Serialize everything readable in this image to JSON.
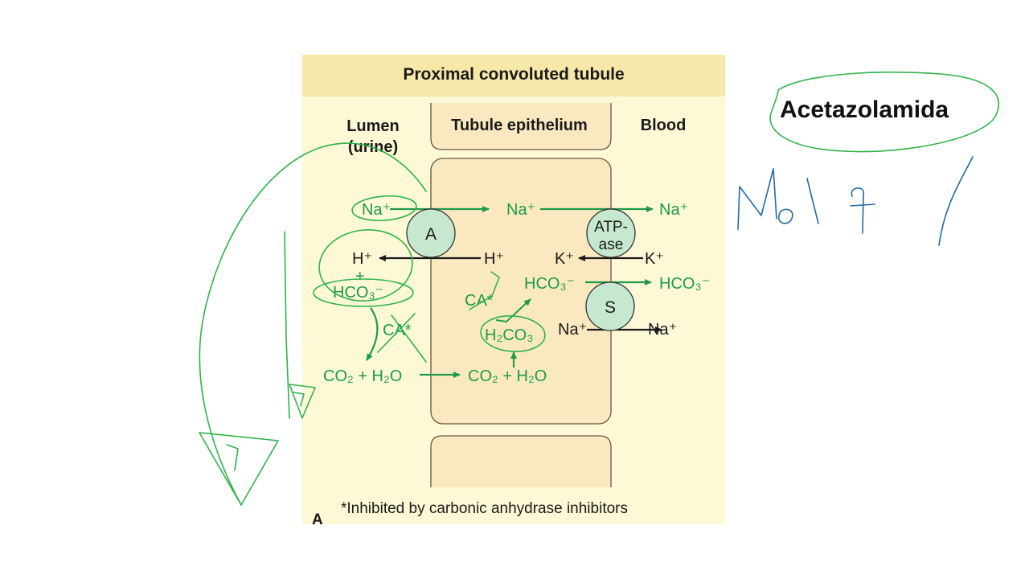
{
  "figure": {
    "header": "Proximal convoluted tubule",
    "columns": {
      "lumen_line1": "Lumen",
      "lumen_line2": "(urine)",
      "epithelium": "Tubule epithelium",
      "blood": "Blood"
    },
    "transporters": {
      "a": "A",
      "atpase_line1": "ATP-",
      "atpase_line2": "ase",
      "s": "S"
    },
    "ions": {
      "na_lumen": "Na⁺",
      "na_cell": "Na⁺",
      "na_blood": "Na⁺",
      "h_lumen": "H⁺",
      "plus": "+",
      "h_cell": "H⁺",
      "k_cell": "K⁺",
      "k_blood": "K⁺",
      "hco3_lumen": "HCO₃⁻",
      "hco3_cell": "HCO₃⁻",
      "hco3_blood": "HCO₃⁻",
      "ca_lumen": "CA*",
      "ca_cell": "CA*",
      "h2co3": "H₂CO₃",
      "na_cell_s": "Na⁺",
      "na_blood_s": "Na⁺",
      "co2_lumen": "CO₂ + H₂O",
      "co2_cell": "CO₂ + H₂O"
    },
    "footnote": "*Inhibited by carbonic anhydrase inhibitors",
    "panel_letter": "A"
  },
  "annotation": {
    "drug_name": "Acetazolamida"
  },
  "colors": {
    "panel_bg": "#fdf9d6",
    "header_bg": "#f6e8a8",
    "cell_fill": "#fae9c0",
    "cell_stroke": "#6b5540",
    "transporter_fill": "#c6e8cf",
    "green_text": "#1e9a4a",
    "ink_green": "#2fb34a",
    "ink_blue": "#1f6aa5"
  }
}
